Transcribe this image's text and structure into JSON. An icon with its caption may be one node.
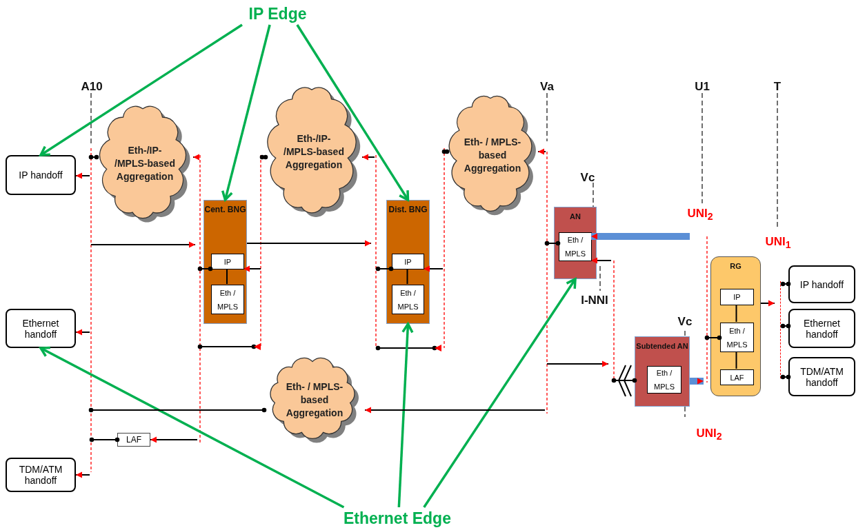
{
  "diagram": {
    "nodes": [
      {
        "text": [
          "IP Edge"
        ]
      },
      {
        "text": [
          "Ethernet Edge"
        ]
      },
      {
        "text": [
          "IP handoff"
        ]
      },
      {
        "text": [
          "Ethernet handoff"
        ]
      },
      {
        "text": [
          "TDM/ATM handoff"
        ]
      },
      {
        "text": [
          "Eth-/IP- /MPLS-based Aggregation"
        ]
      },
      {
        "text": [
          "Cent. BNG"
        ]
      },
      {
        "text": [
          "IP"
        ],
        "in": 6
      },
      {
        "text": [
          "Eth / MPLS"
        ],
        "in": 6
      },
      {
        "text": [
          "Eth-/IP- /MPLS-based Aggregation"
        ]
      },
      {
        "text": [
          "Dist. BNG"
        ]
      },
      {
        "text": [
          "IP"
        ],
        "in": 10
      },
      {
        "text": [
          "Eth / MPLS"
        ],
        "in": 10
      },
      {
        "text": [
          "Eth- / MPLS-based Aggregation"
        ]
      },
      {
        "text": [
          "AN"
        ]
      },
      {
        "text": [
          "Eth / MPLS"
        ],
        "in": 14
      },
      {
        "text": [
          "Eth- / MPLS-based Aggregation"
        ]
      },
      {
        "text": [
          "LAF"
        ]
      },
      {
        "text": [
          "Subtended AN"
        ]
      },
      {
        "text": [
          "Eth / MPLS"
        ],
        "in": 18
      },
      {
        "text": [
          "RG"
        ]
      },
      {
        "text": [
          "IP"
        ],
        "in": 20
      },
      {
        "text": [
          "Eth / MPLS"
        ],
        "in": 20
      },
      {
        "text": [
          "LAF"
        ],
        "in": 20
      },
      {
        "text": [
          "IP handoff"
        ]
      },
      {
        "text": [
          "Ethernet handoff"
        ]
      },
      {
        "text": [
          "TDM/ATM handoff"
        ]
      },
      {
        "text": [],
        "shape": "bar"
      }
    ],
    "edges": [
      {
        "from": 0,
        "to": 2,
        "arrow": "to",
        "color": "#00b050"
      },
      {
        "from": 0,
        "to": 6,
        "arrow": "to",
        "color": "#00b050"
      },
      {
        "from": 0,
        "to": 10,
        "arrow": "to",
        "color": "#00b050"
      },
      {
        "from": 1,
        "to": 3,
        "arrow": "to",
        "color": "#00b050"
      },
      {
        "from": 1,
        "to": 10,
        "arrow": "to",
        "color": "#00b050"
      },
      {
        "from": 1,
        "to": 14,
        "arrow": "to",
        "color": "#00b050"
      },
      {
        "from": 7,
        "to": 8,
        "arrow": "none",
        "color": "#000000"
      },
      {
        "from": 11,
        "to": 12,
        "arrow": "none",
        "color": "#000000"
      },
      {
        "from": 21,
        "to": 22,
        "arrow": "none",
        "color": "#000000"
      },
      {
        "from": 22,
        "to": 23,
        "arrow": "none",
        "color": "#000000"
      },
      {
        "from": null,
        "to": 2,
        "arrow": "to"
      },
      {
        "from": null,
        "to": 3,
        "arrow": "to"
      },
      {
        "from": null,
        "to": 4,
        "arrow": "to"
      },
      {
        "from": null,
        "to": 5,
        "arrow": "other"
      },
      {
        "from": null,
        "to": 5,
        "arrow": "to"
      },
      {
        "from": null,
        "to": 6,
        "arrow": "to"
      },
      {
        "from": null,
        "to": 7,
        "arrow": "other"
      },
      {
        "from": null,
        "to": 7,
        "arrow": "to"
      },
      {
        "from": 6,
        "to": 10,
        "arrow": "to"
      },
      {
        "from": null,
        "to": 9,
        "arrow": "other"
      },
      {
        "from": null,
        "to": 9,
        "arrow": "to"
      },
      {
        "from": null,
        "to": 11,
        "arrow": "other"
      },
      {
        "from": null,
        "to": 11,
        "arrow": "to"
      },
      {
        "from": null,
        "to": 13,
        "arrow": "other"
      },
      {
        "from": null,
        "to": 13,
        "arrow": "to"
      },
      {
        "from": null,
        "to": 15,
        "arrow": "other"
      },
      {
        "from": null,
        "to": 15,
        "arrow": "to"
      },
      {
        "from": null,
        "to": 15,
        "arrow": "to",
        "style": "thick",
        "color": "#5b8fd6"
      },
      {
        "from": null,
        "to": 16,
        "arrow": "other"
      },
      {
        "from": null,
        "to": 16,
        "arrow": "to"
      },
      {
        "from": null,
        "to": 17,
        "arrow": "other"
      },
      {
        "from": null,
        "to": 17,
        "arrow": "to"
      },
      {
        "from": null,
        "to": 18,
        "arrow": "other"
      },
      {
        "from": 18,
        "to": 20,
        "arrow": "to",
        "style": "thick",
        "color": "#5b8fd6"
      },
      {
        "from": null,
        "to": 22,
        "arrow": "other"
      },
      {
        "from": 20,
        "to": 27,
        "arrow": "to"
      },
      {
        "from": 27,
        "to": 24,
        "arrow": "other"
      },
      {
        "from": 27,
        "to": 25,
        "arrow": "other"
      },
      {
        "from": 27,
        "to": 26,
        "arrow": "other"
      },
      {
        "from": null,
        "to": 18,
        "arrow": "to"
      }
    ],
    "labels": [
      "A10",
      "Va",
      "U1",
      "T",
      "Vc",
      "UNI$_{2}$",
      "UNI$_{1}$",
      "I-NNI",
      "Vc",
      "UNI$_{2}$"
    ]
  }
}
